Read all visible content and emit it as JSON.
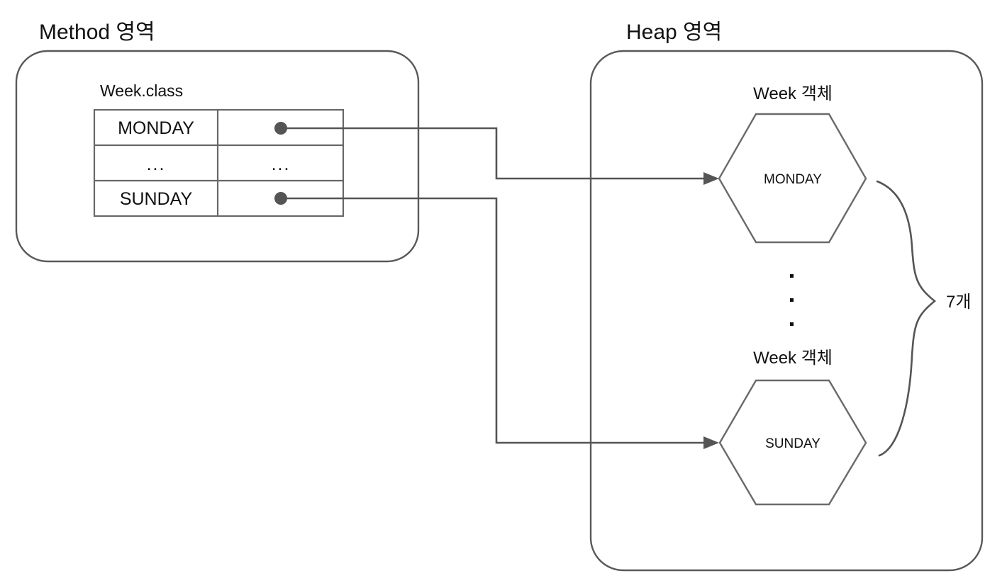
{
  "diagram": {
    "title_method_region": "Method 영역",
    "title_heap_region": "Heap 영역",
    "class_box": {
      "name": "Week.class",
      "rows": [
        {
          "key": "MONDAY",
          "value": "reference-dot"
        },
        {
          "key": "...",
          "value": "..."
        },
        {
          "key": "SUNDAY",
          "value": "reference-dot"
        }
      ]
    },
    "heap_objects": [
      {
        "title": "Week 객체",
        "label": "MONDAY"
      },
      {
        "title": "Week 객체",
        "label": "SUNDAY"
      }
    ],
    "vertical_ellipsis": "·",
    "count_label": "7개",
    "colors": {
      "container_stroke": "#595959",
      "connector_stroke": "#555555",
      "table_stroke": "#676767",
      "hexagon_stroke": "#6a6a6a",
      "text": "#111111",
      "background": "#ffffff"
    }
  }
}
